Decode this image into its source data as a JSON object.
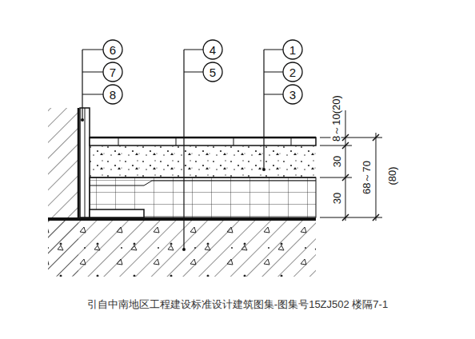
{
  "diagram": {
    "caption": "引自中南地区工程建设标准设计建筑图集-图集号15ZJ502 楼隔7-1",
    "labels": [
      "6",
      "7",
      "8",
      "4",
      "5",
      "1",
      "2",
      "3",
      "8～10(20)",
      "30",
      "30",
      "68～70",
      "(80)"
    ]
  }
}
